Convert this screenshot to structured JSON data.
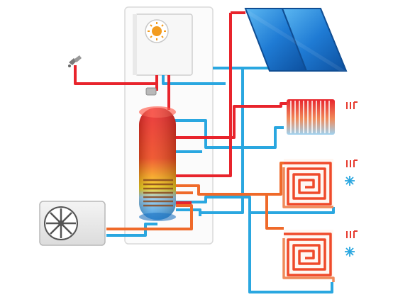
{
  "diagram": {
    "components": [
      {
        "id": "tower-cabinet",
        "label": ""
      },
      {
        "id": "boiler-unit",
        "label": ""
      },
      {
        "id": "hot-water-cylinder",
        "label": ""
      },
      {
        "id": "solar-collector",
        "label": ""
      },
      {
        "id": "radiator",
        "label": ""
      },
      {
        "id": "underfloor-loop-upper",
        "label": ""
      },
      {
        "id": "underfloor-loop-lower",
        "label": ""
      },
      {
        "id": "heat-pump-outdoor-unit",
        "label": ""
      },
      {
        "id": "hot-water-tap",
        "label": ""
      }
    ],
    "indicators": [
      {
        "id": "radiator-heat-icon",
        "meaning": "heating"
      },
      {
        "id": "floor-upper-heat-icon",
        "meaning": "heating"
      },
      {
        "id": "floor-upper-cool-icon",
        "meaning": "cooling"
      },
      {
        "id": "floor-lower-heat-icon",
        "meaning": "heating"
      },
      {
        "id": "floor-lower-cool-icon",
        "meaning": "cooling"
      }
    ],
    "colors": {
      "hot_pipe": "#e8242c",
      "cold_pipe": "#2aa7e0",
      "warm_pipe": "#ef6a2a",
      "collector": "#1e6fc6",
      "cylinder_hot": "#ef2b23",
      "cylinder_cold": "#2b8fdc",
      "cabinet_outline": "#d9d9d9",
      "heat_icon": "#e63a2e",
      "cool_icon": "#2aa7e0"
    }
  }
}
